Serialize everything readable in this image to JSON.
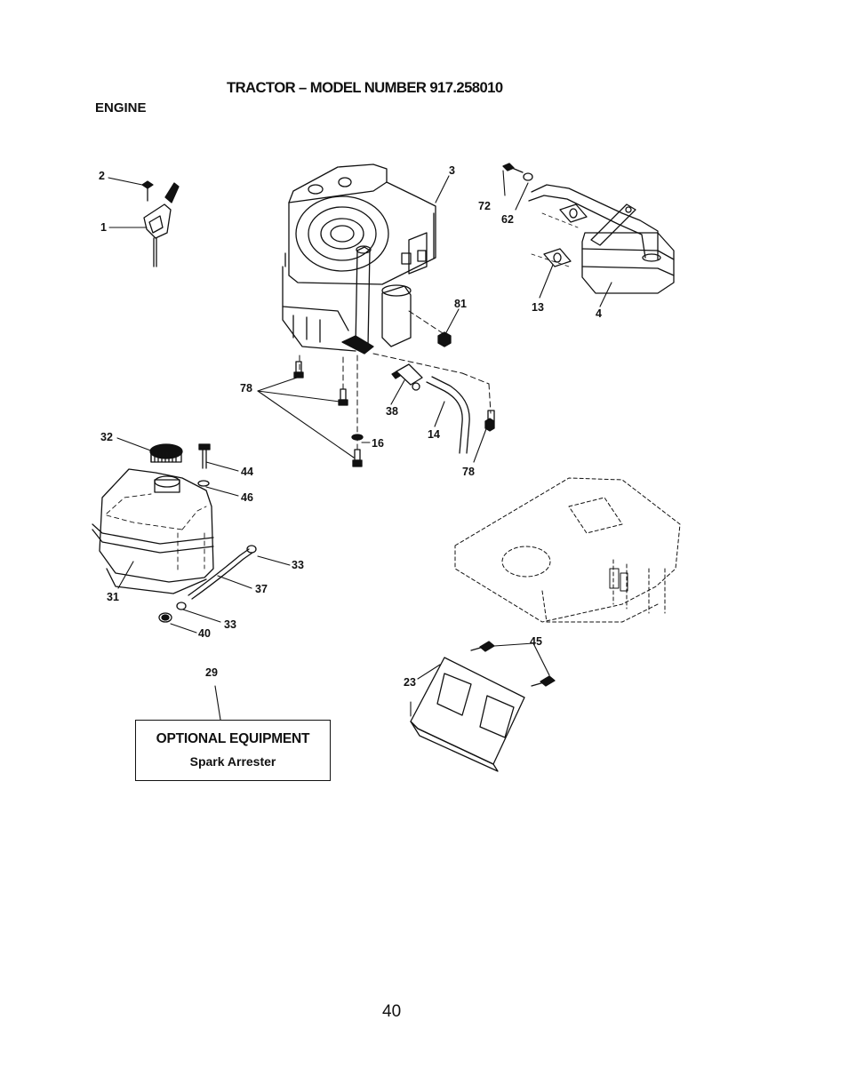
{
  "header": {
    "title": "TRACTOR – MODEL NUMBER 917.258010",
    "section": "ENGINE"
  },
  "optional_equipment": {
    "heading": "OPTIONAL EQUIPMENT",
    "item": "Spark Arrester"
  },
  "callouts": {
    "c1": "1",
    "c2": "2",
    "c3": "3",
    "c4": "4",
    "c13": "13",
    "c14": "14",
    "c16": "16",
    "c23": "23",
    "c29": "29",
    "c31": "31",
    "c32": "32",
    "c33a": "33",
    "c33b": "33",
    "c37": "37",
    "c38": "38",
    "c40": "40",
    "c44": "44",
    "c45": "45",
    "c46": "46",
    "c62": "62",
    "c72": "72",
    "c78a": "78",
    "c78b": "78",
    "c81": "81"
  },
  "footer": {
    "page_number": "40"
  }
}
